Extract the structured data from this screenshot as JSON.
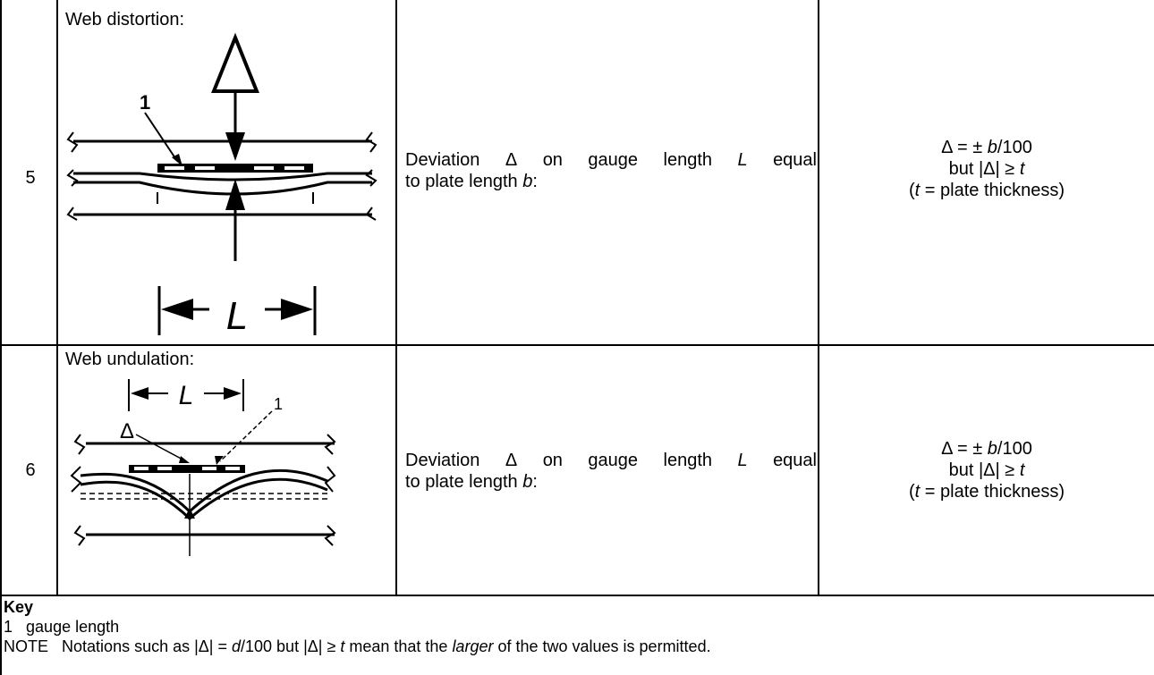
{
  "rows": [
    {
      "number": "5",
      "title": "Web distortion:",
      "figure": {
        "callout": "1",
        "delta_symbol": "Δ",
        "length_symbol": "L"
      },
      "description": {
        "w1": "Deviation",
        "w2": "Δ",
        "w3": "on",
        "w4": "gauge",
        "w5": "length",
        "w6": "L",
        "w7": "equal",
        "line2_prefix": "to plate length ",
        "line2_var": "b",
        "line2_suffix": ":"
      },
      "requirement": {
        "line1_prefix": "Δ = ± ",
        "line1_var": "b",
        "line1_suffix": "/100",
        "line2_prefix": "but |Δ| ≥ ",
        "line2_var": "t",
        "line3_open": "(",
        "line3_var": "t",
        "line3_suffix": " = plate thickness)"
      }
    },
    {
      "number": "6",
      "title": "Web undulation:",
      "figure": {
        "callout": "1",
        "delta_symbol": "Δ",
        "length_symbol": "L"
      },
      "description": {
        "w1": "Deviation",
        "w2": "Δ",
        "w3": "on",
        "w4": "gauge",
        "w5": "length",
        "w6": "L",
        "w7": "equal",
        "line2_prefix": "to plate length ",
        "line2_var": "b",
        "line2_suffix": ":"
      },
      "requirement": {
        "line1_prefix": "Δ = ± ",
        "line1_var": "b",
        "line1_suffix": "/100",
        "line2_prefix": "but |Δ| ≥ ",
        "line2_var": "t",
        "line3_open": "(",
        "line3_var": "t",
        "line3_suffix": " = plate thickness)"
      }
    }
  ],
  "key": {
    "heading": "Key",
    "item_number": "1",
    "item_label": "gauge length",
    "note_label": "NOTE",
    "note_part1": "Notations such as |Δ| = ",
    "note_var1": "d",
    "note_part2": "/100 but |Δ| ≥ ",
    "note_var2": "t",
    "note_part3": " mean that the ",
    "note_emph": "larger",
    "note_part4": " of the two values is permitted."
  }
}
